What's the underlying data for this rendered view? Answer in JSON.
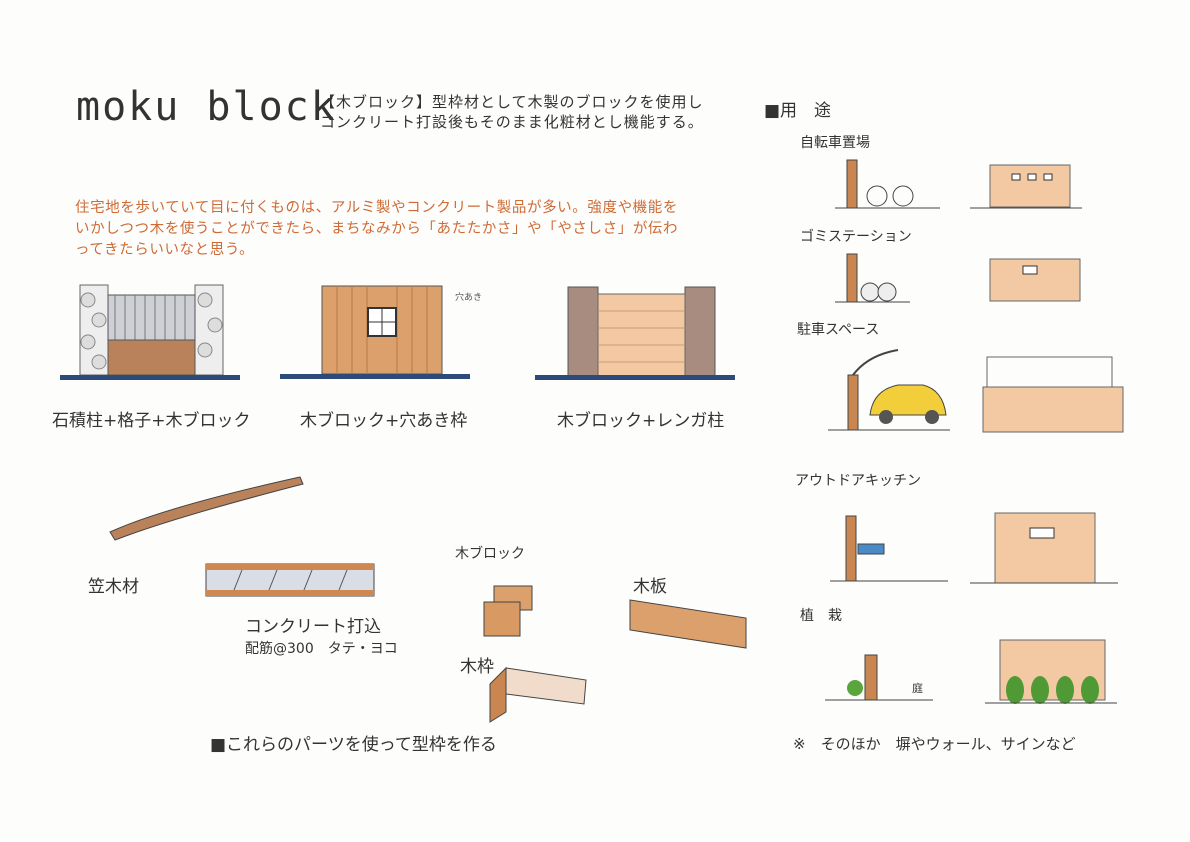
{
  "title": "moku block",
  "description": [
    "【木ブロック】型枠材として木製のブロックを使用し",
    "コンクリート打設後もそのまま化粧材とし機能する。"
  ],
  "intro": [
    "住宅地を歩いていて目に付くものは、アルミ製やコンクリート製品が多い。強度や機能を",
    "いかしつつ木を使うことができたら、まちなみから「あたたかさ」や「やさしさ」が伝わ",
    "ってきたらいいなと思う。"
  ],
  "examples": [
    {
      "label": "石積柱+格子+木ブロック"
    },
    {
      "label": "木ブロック+穴あき枠",
      "note": "穴あき"
    },
    {
      "label": "木ブロック+レンガ柱"
    }
  ],
  "parts": {
    "kasagi": "笠木材",
    "concrete": "コンクリート打込",
    "rebar": "配筋@300　タテ・ヨコ",
    "block": "木ブロック",
    "frame": "木枠",
    "board": "木板",
    "caption": "■これらのパーツを使って型枠を作る"
  },
  "uses": {
    "heading": "■用　途",
    "items": [
      "自転車置場",
      "ゴミステーション",
      "駐車スペース",
      "アウトドアキッチン",
      "植　栽"
    ],
    "garden_note": "庭",
    "footnote": "※　そのほか　塀やウォール、サインなど"
  },
  "colors": {
    "wood": "#dca06c",
    "orange_text": "#cf6a35",
    "ground": "#2c4a7a"
  }
}
